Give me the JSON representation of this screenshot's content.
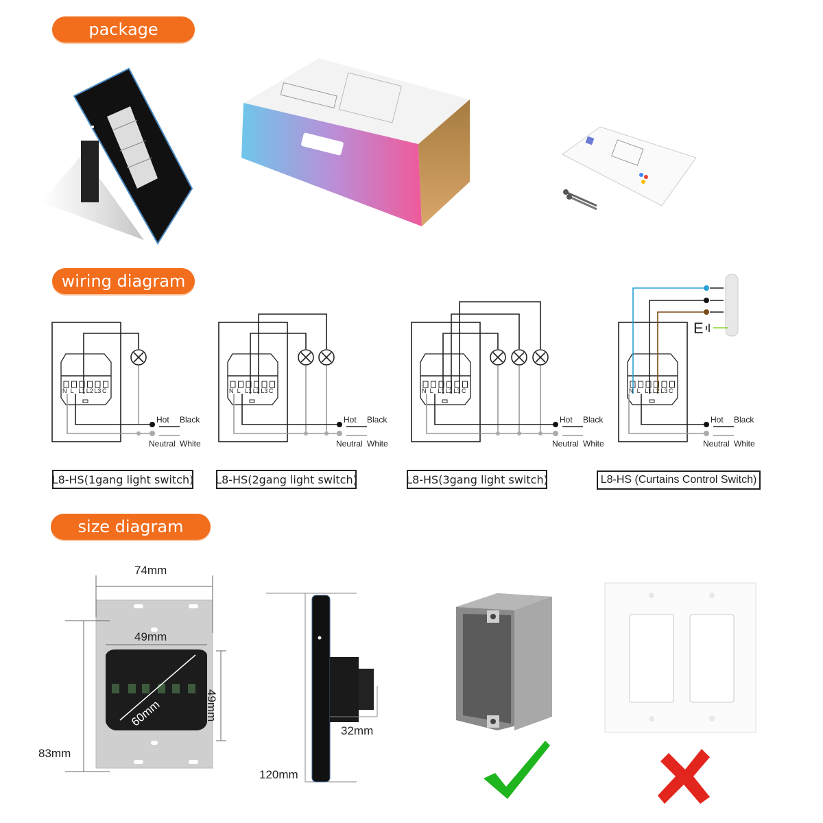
{
  "sections": {
    "package": "package",
    "wiring": "wiring diagram",
    "size": "size diagram"
  },
  "wiring": {
    "terminals": [
      "N",
      "L",
      "L1",
      "L2",
      "L3",
      "C"
    ],
    "hot": "Hot",
    "black": "Black",
    "neutral": "Neutral",
    "white": "White",
    "earth": "E",
    "captions": [
      "L8-HS(1gang light switch)",
      "L8-HS(2gang light switch)",
      "L8-HS(3gang light switch)",
      "L8-HS (Curtains Control Switch)"
    ]
  },
  "size": {
    "width": "74mm",
    "module_width": "49mm",
    "module_height": "49mm",
    "diagonal": "60mm",
    "height": "83mm",
    "depth": "32mm",
    "panel_height": "120mm"
  },
  "colors": {
    "accent": "#f26d1c",
    "check": "#1fb51f",
    "cross": "#e3261d",
    "wire_blue": "#2a9fd6",
    "wire_brown": "#7a4a1a",
    "wire_green": "#8bd12a"
  }
}
